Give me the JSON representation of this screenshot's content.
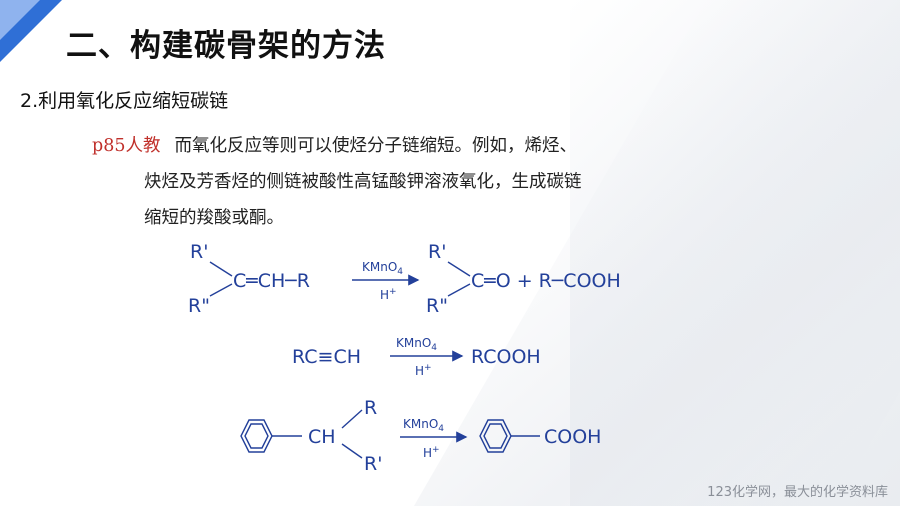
{
  "header": {
    "title": "二、构建碳骨架的方法",
    "subtitle": "2.利用氧化反应缩短碳链"
  },
  "paragraph": {
    "ref": "p85人教",
    "line1": "而氧化反应等则可以使烃分子链缩短。例如，烯烃、",
    "line2": "炔烃及芳香烃的侧链被酸性高锰酸钾溶液氧化，生成碳链",
    "line3": "缩短的羧酸或酮。"
  },
  "reagents": {
    "oxidant": "KMnO",
    "oxidant_sub": "4",
    "acid": "H",
    "acid_sup": "+"
  },
  "eq1": {
    "r1": "R'",
    "r2": "R\"",
    "reactant_main": "C═CH─R",
    "p_r1": "R'",
    "p_r2": "R\"",
    "product_main": "C═O + R─COOH"
  },
  "eq2": {
    "reactant": "RC≡CH",
    "product": "RCOOH"
  },
  "eq3": {
    "reactant_ch": "CH",
    "r_top": "R",
    "r_bottom": "R'",
    "product_group": "COOH"
  },
  "watermark": "123化学网，最大的化学资料库",
  "colors": {
    "accent": "#2f6fd6",
    "ref_red": "#c0302b",
    "chem_blue": "#23409a"
  }
}
